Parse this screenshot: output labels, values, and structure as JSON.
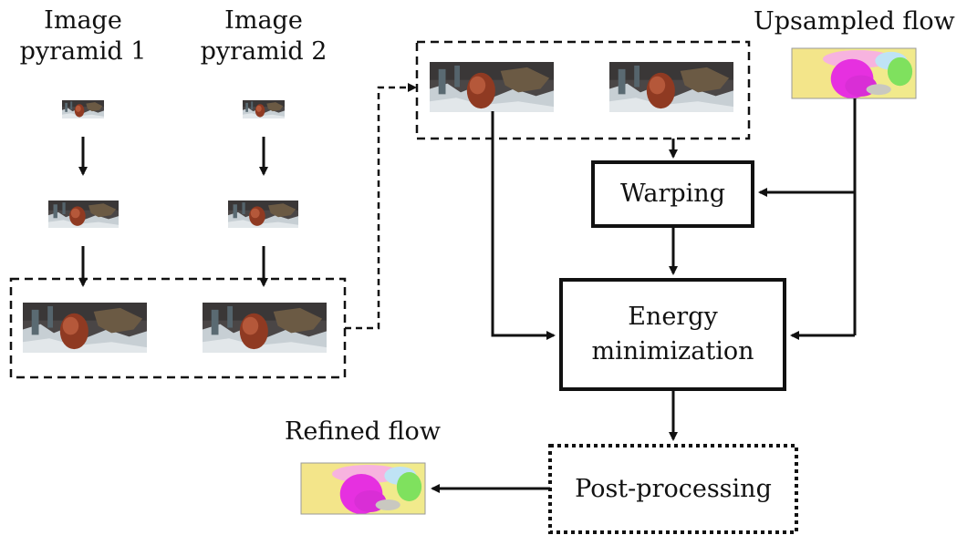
{
  "labels": {
    "pyramid1": "Image\npyramid 1",
    "pyramid2": "Image\npyramid 2",
    "upsampled_flow": "Upsampled flow",
    "refined_flow": "Refined flow"
  },
  "nodes": {
    "warping": "Warping",
    "energy_minimization": "Energy\nminimization",
    "post_processing": "Post-processing"
  },
  "colors": {
    "line": "#111111",
    "background": "#ffffff",
    "image_dark": "#3d3a3a",
    "image_snow": "#c9d1d6",
    "character_red": "#9a3b22",
    "flow_yellow": "#f2ec8a",
    "flow_magenta": "#e62ee0",
    "flow_green": "#6be05a",
    "flow_pink": "#f29ad8"
  },
  "icons": {
    "image_thumbnail": "scene-thumbnail-icon",
    "flow_map": "flow-field-icon"
  }
}
